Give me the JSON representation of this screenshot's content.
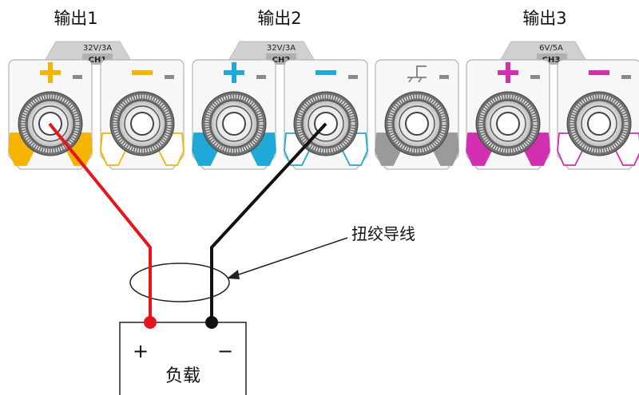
{
  "outputs": [
    {
      "title": "输出1",
      "rating": "32V/3A",
      "channel": "CH1",
      "color": "#f4b400"
    },
    {
      "title": "输出2",
      "rating": "32V/3A",
      "channel": "CH2",
      "color": "#1fa9d8"
    },
    {
      "title": "输出3",
      "rating": "6V/5A",
      "channel": "CH3",
      "color": "#d42fb0"
    }
  ],
  "terminals": {
    "ch1_pos": "+",
    "ch1_neg": "−",
    "ch2_pos": "+",
    "ch2_neg": "−",
    "ch3_pos": "+",
    "ch3_neg": "−"
  },
  "ground_color": "#9a9a9a",
  "wires": {
    "positive_color": "#e8141b",
    "negative_color": "#111111"
  },
  "callout": "扭绞导线",
  "load": {
    "label": "负载",
    "plus": "+",
    "minus": "−"
  }
}
